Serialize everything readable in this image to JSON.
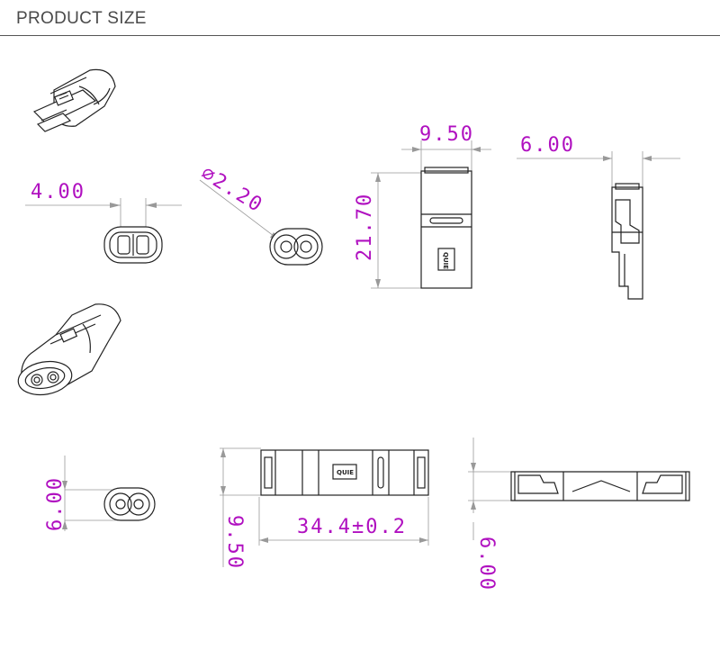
{
  "header": {
    "title": "PRODUCT SIZE"
  },
  "dimensions": {
    "top_width": "9.50",
    "side_depth": "6.00",
    "pin_pitch": "4.00",
    "hole_diameter": "∅2.20",
    "single_length": "21.70",
    "end_height": "6.00",
    "pair_width": "9.50",
    "pair_length": "34.4±0.2",
    "pair_side_depth": "6.00"
  },
  "brand_mark": "QUIE"
}
